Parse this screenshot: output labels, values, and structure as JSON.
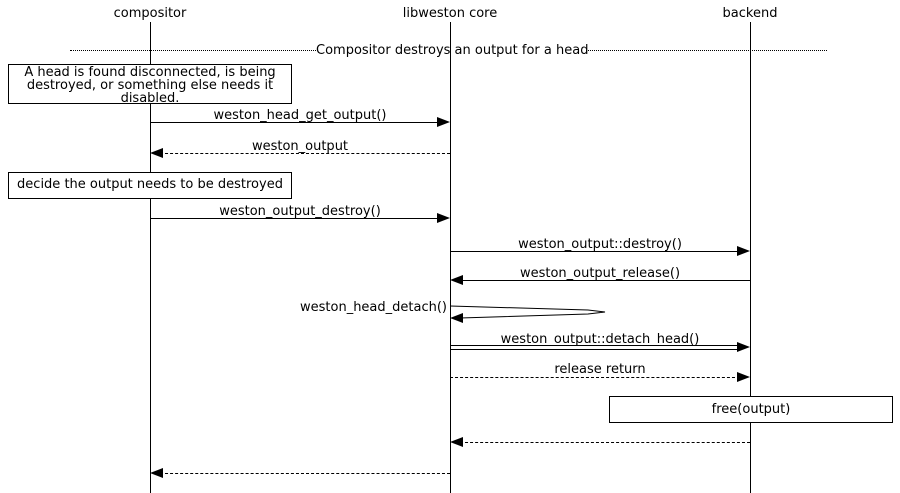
{
  "diagram": {
    "title_hint": "sequence diagram",
    "actors": [
      {
        "label": "compositor"
      },
      {
        "label": "libweston core"
      },
      {
        "label": "backend"
      }
    ],
    "divider": {
      "label": "Compositor destroys an output for a head"
    },
    "notes": [
      {
        "text": "A head is found disconnected, is being\ndestroyed, or something else needs it\ndisabled."
      },
      {
        "text": "decide the output needs to be destroyed"
      }
    ],
    "messages": [
      {
        "label": "weston_head_get_output()",
        "from": "compositor",
        "to": "libweston core",
        "style": "solid"
      },
      {
        "label": "weston_output",
        "from": "libweston core",
        "to": "compositor",
        "style": "dashed"
      },
      {
        "label": "weston_output_destroy()",
        "from": "compositor",
        "to": "libweston core",
        "style": "solid"
      },
      {
        "label": "weston_output::destroy()",
        "from": "libweston core",
        "to": "backend",
        "style": "solid"
      },
      {
        "label": "weston_output_release()",
        "from": "backend",
        "to": "libweston core",
        "style": "solid"
      },
      {
        "label": "weston_head_detach()",
        "from": "libweston core",
        "to": "libweston core",
        "style": "self-loop"
      },
      {
        "label": "weston_output::detach_head()",
        "from": "libweston core",
        "to": "backend",
        "style": "double"
      },
      {
        "label": "release return",
        "from": "libweston core",
        "to": "backend",
        "style": "dashed"
      },
      {
        "label": "",
        "from": "backend",
        "to": "libweston core",
        "style": "dashed"
      },
      {
        "label": "",
        "from": "libweston core",
        "to": "compositor",
        "style": "dashed"
      }
    ],
    "action_box": {
      "label": "free(output)"
    },
    "colors": {
      "line": "#000000",
      "background": "#ffffff"
    }
  }
}
